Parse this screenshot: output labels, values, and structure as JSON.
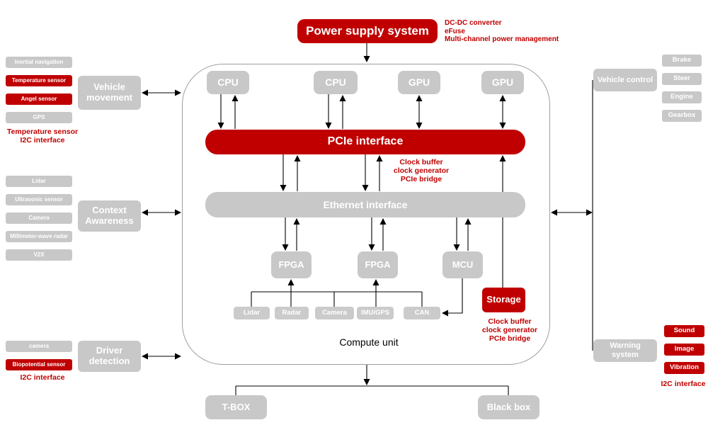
{
  "colors": {
    "accent_red": "#C00000",
    "box_gray": "#C8C8C8",
    "io_gray": "#CBCBCB",
    "line": "#000000"
  },
  "power_supply": {
    "label": "Power supply system",
    "notes": [
      "DC-DC converter",
      "eFuse",
      "Multi-channel power management"
    ]
  },
  "compute_unit": {
    "caption": "Compute unit",
    "processors": [
      {
        "label": "CPU"
      },
      {
        "label": "CPU"
      },
      {
        "label": "GPU"
      },
      {
        "label": "GPU"
      }
    ],
    "pcie_bus": {
      "label": "PCIe interface",
      "notes": [
        "Clock buffer",
        "clock generator",
        "PCIe bridge"
      ]
    },
    "ethernet_bus": {
      "label": "Ethernet interface"
    },
    "controllers": [
      {
        "label": "FPGA"
      },
      {
        "label": "FPGA"
      },
      {
        "label": "MCU"
      }
    ],
    "io_ports": [
      {
        "label": "Lidar"
      },
      {
        "label": "Radar"
      },
      {
        "label": "Camera"
      },
      {
        "label": "IMU/GPS"
      },
      {
        "label": "CAN"
      }
    ],
    "storage": {
      "label": "Storage",
      "notes": [
        "Clock buffer",
        "clock generator",
        "PCIe bridge"
      ]
    }
  },
  "left_panels": [
    {
      "group": "Vehicle movement",
      "items": [
        {
          "label": "Inertial navigation",
          "highlight": false
        },
        {
          "label": "Temperature sensor",
          "highlight": true
        },
        {
          "label": "Angel sensor",
          "highlight": true
        },
        {
          "label": "GPS",
          "highlight": false
        }
      ],
      "notes": [
        "Temperature sensor",
        "I2C interface"
      ]
    },
    {
      "group": "Context Awareness",
      "items": [
        {
          "label": "Lidar",
          "highlight": false
        },
        {
          "label": "Ultrasonic sensor",
          "highlight": false
        },
        {
          "label": "Camera",
          "highlight": false
        },
        {
          "label": "Millimeter-wave radar",
          "highlight": false
        },
        {
          "label": "V2X",
          "highlight": false
        }
      ],
      "notes": []
    },
    {
      "group": "Driver detection",
      "items": [
        {
          "label": "camera",
          "highlight": false
        },
        {
          "label": "Biopotential sensor",
          "highlight": true
        }
      ],
      "notes": [
        "I2C interface"
      ]
    }
  ],
  "right_panels": [
    {
      "group": "Vehicle control",
      "items": [
        {
          "label": "Brake",
          "highlight": false
        },
        {
          "label": "Steer",
          "highlight": false
        },
        {
          "label": "Engine",
          "highlight": false
        },
        {
          "label": "Gearbox",
          "highlight": false
        }
      ],
      "notes": []
    },
    {
      "group": "Warning system",
      "items": [
        {
          "label": "Sound",
          "highlight": true
        },
        {
          "label": "Image",
          "highlight": true
        },
        {
          "label": "Vibration",
          "highlight": true
        }
      ],
      "notes": [
        "I2C interface"
      ]
    }
  ],
  "bottom_units": [
    {
      "label": "T-BOX"
    },
    {
      "label": "Black box"
    }
  ]
}
